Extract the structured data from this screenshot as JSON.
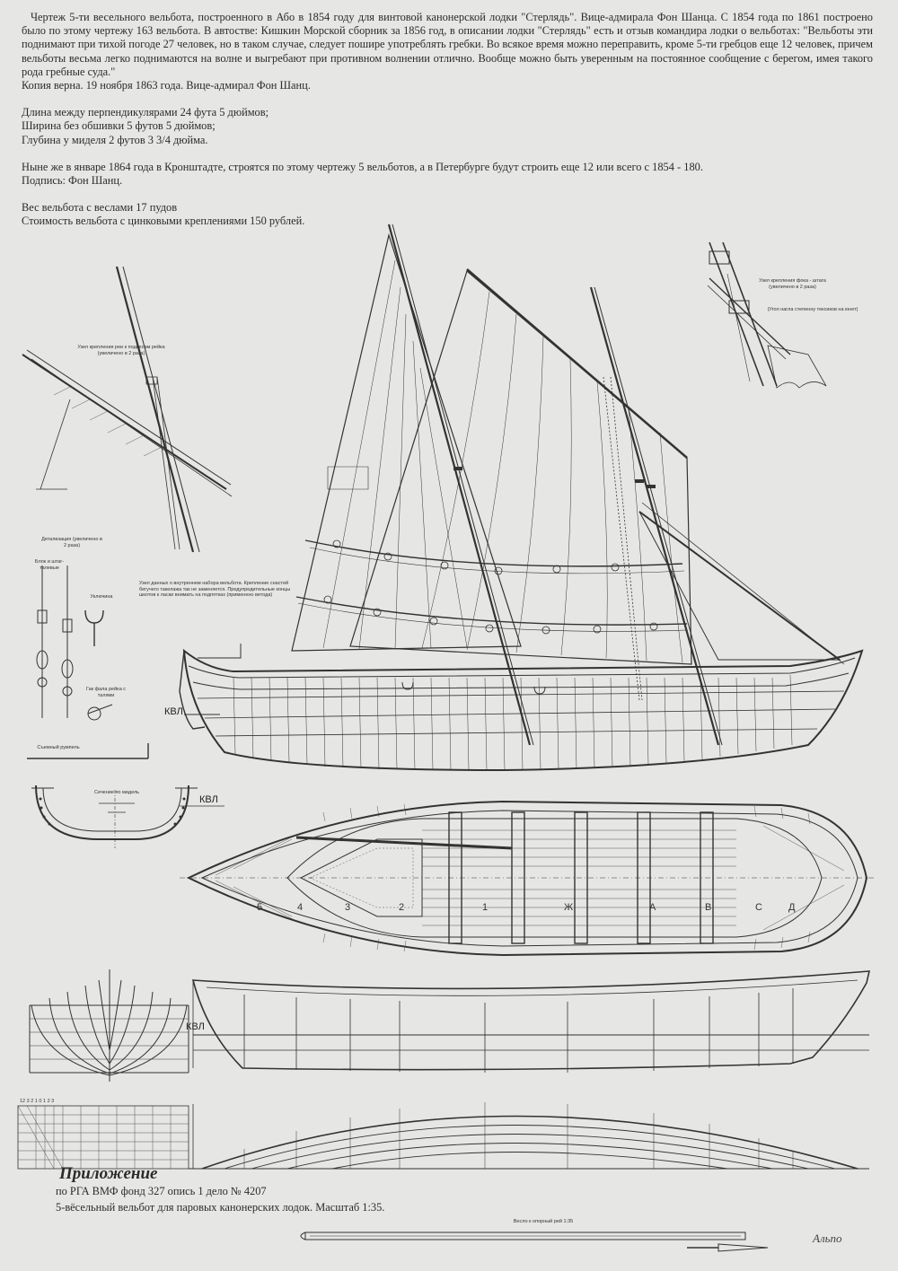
{
  "header": {
    "para1": "Чертеж 5-ти весельного вельбота, построенного в Або в 1854 году для винтовой канонерской лодки \"Стерлядь\". Вице-адмирала Фон Шанца. С 1854 года по 1861 построено было по этому чертежу 163 вельбота. В автостве: Кишкин Морской сборник за 1856 год, в описании лодки \"Стерлядь\" есть и отзыв командира лодки о вельботах: \"Вельботы эти поднимают при тихой погоде 27 человек, но в таком случае, следует пошире употреблять гребки. Во всякое время можно переправить, кроме 5-ти гребцов еще 12 человек, причем вельботы весьма легко поднимаются на волне и выгребают при противном волнении отлично. Вообще можно быть уверенным на постоянное сообщение с берегом, имея такого рода гребные суда.\"",
    "copy_line": "Копия верна. 19 ноября 1863 года. Вице-адмирал Фон Шанц.",
    "length": "Длина между перпендикулярами 24 фута 5 дюймов;",
    "width": "Ширина без обшивки 5 футов 5 дюймов;",
    "depth": "Глубина у миделя 2 футов 3 3/4 дюйма.",
    "kronstadt": "Ныне же в январе 1864 года в Кронштадте, строятся по этому чертежу 5 вельботов, а в Петербурге будут строить еще 12 или всего с 1854 - 180.",
    "signed": "Подпись: Фон Шанц.",
    "weight": "Вес вельбота с веслами 17 пудов",
    "cost": "Стоимость вельбота с цинковыми креплениями 150 рублей."
  },
  "labels": {
    "spar_detail": "Узел крепления реи к подвесам рейка (увеличено в 2 раза)",
    "detail": "Детализация (увеличено в 2 раза)",
    "block": "Блок и штаг-талевые",
    "oarlock": "Уключина",
    "node_text": "Узел данных о внутреннем набора вельбота. Крепление снастей бегучего такелажа так не заменяется. Предупредительные концы шкотов к ласки внимать на подпятках (применено ветода)",
    "gaff": "Гак фала рейка с талями",
    "tiller": "Съемный румпель",
    "midship": "Сечение по мидель",
    "fore_detail": "Узел крепления фока - штага (увеличено в 2 раза)",
    "fore_note": "(Угол нагла степенну тексиков на юнет)",
    "oar": "Весло к опорный рей 1:35",
    "kvl": "КВЛ",
    "stations": [
      "5",
      "4",
      "3",
      "2",
      "1",
      "Ж",
      "А",
      "В",
      "С",
      "Д"
    ],
    "table_numbers": "12 3 2 1 0 1 2 3"
  },
  "footer": {
    "title": "Приложение",
    "source": "по РГА ВМФ фонд 327 опись 1 дело № 4207",
    "caption": "5-вёсельный вельбот для паровых канонерских лодок. Масштаб 1:35.",
    "signature": "Альпо"
  },
  "colors": {
    "paper": "#e6e6e4",
    "ink": "#2b2b2b"
  }
}
